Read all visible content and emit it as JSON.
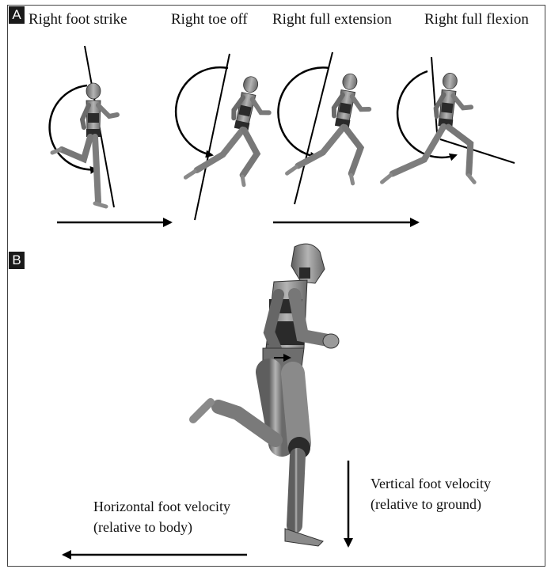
{
  "panels": {
    "a": {
      "letter": "A",
      "phases": [
        {
          "label": "Right foot strike"
        },
        {
          "label": "Right toe off"
        },
        {
          "label": "Right full extension"
        },
        {
          "label": "Right full flexion"
        }
      ]
    },
    "b": {
      "letter": "B",
      "vertical_velocity": {
        "line1": "Vertical foot velocity",
        "line2": "(relative to ground)"
      },
      "horizontal_velocity": {
        "line1": "Horizontal foot velocity",
        "line2": "(relative to body)"
      }
    }
  },
  "colors": {
    "figure_body": "#8c8c8c",
    "figure_dark": "#2a2a2a",
    "line": "#000000"
  }
}
